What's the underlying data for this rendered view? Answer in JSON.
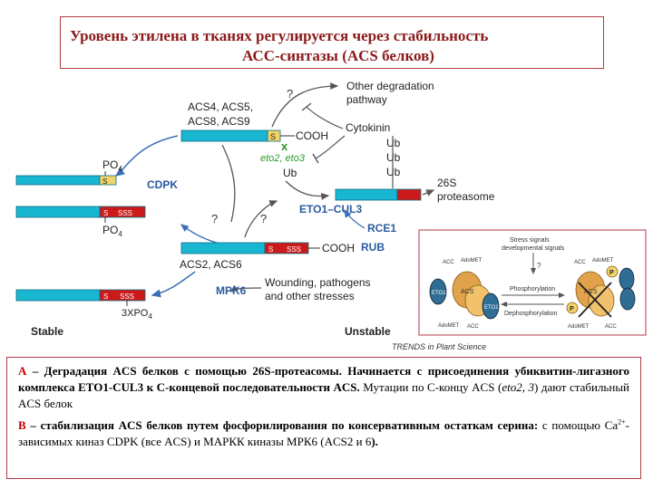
{
  "title": {
    "line1": "Уровень этилена в тканях регулируется через стабильность",
    "line2": "АСС-синтазы (ACS белков)"
  },
  "colors": {
    "title_text": "#8b1a1a",
    "border": "#b23a48",
    "protein_bar": "#19b6d2",
    "domain_red": "#cc1a1a",
    "domain_yellow": "#f2d36b",
    "arrow_blue": "#3a6fb5",
    "arrow_gray": "#555555",
    "green": "#2a9a2a"
  },
  "diagram": {
    "top_protein": {
      "names": [
        "ACS4, ACS5,",
        "ACS8, ACS9"
      ],
      "s_mark": "S",
      "cooh": "COOH"
    },
    "question_top": "?",
    "other_degradation": [
      "Other degradation",
      "pathway"
    ],
    "cytokinin": "Cytokinin",
    "cross_mark": "x",
    "eto_mutants": "eto2, eto3",
    "ub_labels": [
      "Ub",
      "Ub",
      "Ub",
      "Ub"
    ],
    "proteasome": [
      "26S",
      "proteasome"
    ],
    "eto1_cul3": "ETO1–CUL3",
    "rce1": "RCE1",
    "rub": "RUB",
    "cdpk": "CDPK",
    "po4_top": "PO",
    "po4_mid": "PO",
    "po4_sub": "4",
    "s_label": "S",
    "sss_label": "SSS",
    "question_left": "?",
    "question_right": "?",
    "mid_protein": {
      "names": [
        "ACS2, ACS6"
      ],
      "s_mark": "S",
      "sss": "SSS",
      "cooh": "COOH"
    },
    "wounding": [
      "Wounding, pathogens",
      "and other stresses"
    ],
    "mpk6": "MPK6",
    "three_xpo4": "3XPO",
    "stable": "Stable",
    "unstable": "Unstable",
    "trends": "TRENDS in Plant Science"
  },
  "inset": {
    "stress": [
      "Stress signals",
      "developmental signals"
    ],
    "question": "?",
    "phosphorylation": "Phosphorylation",
    "dephosphorylation": "Dephosphorylation",
    "acc": "ACC",
    "adomet": "AdoMET",
    "acs_left": "ACS",
    "acs_right": "ACS",
    "eto1": "ETO1",
    "p": "P"
  },
  "description": {
    "a_letter": "А",
    "a_text_bold": "– Деградация ACS белков с помощью 26S-протеасомы. Начинается с присоединения убиквитин-лигазного комплекса ETO1-CUL3 к С-концевой последовательности ACS.",
    "a_text_regular": "Мутации по С-концу ACS (",
    "a_italic": "eto2, 3",
    "a_text_end": ") дают стабильный ACS белок",
    "b_letter": "B",
    "b_text_bold": "– стабилизация ACS белков путем фосфорилирования по консервативным остаткам серина:",
    "b_text_regular": "с помощью Ca",
    "b_sup": "2+",
    "b_text_end": "-зависимых киназ CDPK (все ACS) и МАРКК киназы МРК6 (ACS2 и 6",
    "b_end_bold": ")."
  }
}
